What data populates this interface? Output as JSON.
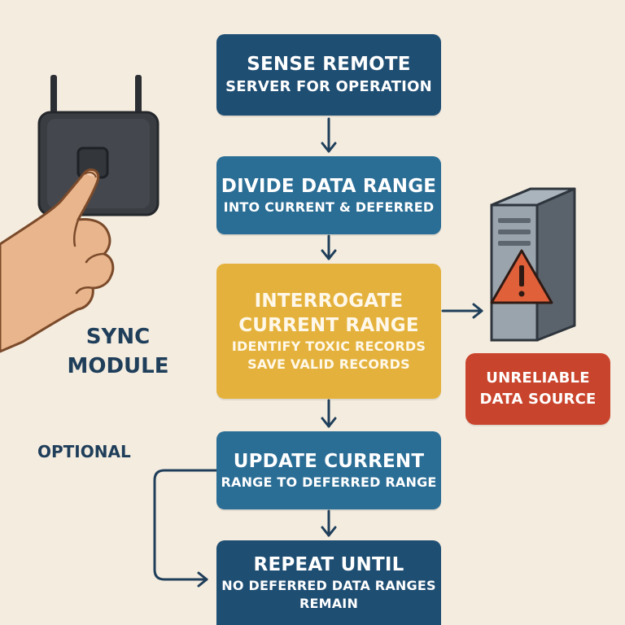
{
  "flow": {
    "step1": {
      "line1": "SENSE REMOTE",
      "line2": "SERVER FOR OPERATION"
    },
    "step2": {
      "line1": "DIVIDE DATA RANGE",
      "line2": "INTO CURRENT & DEFERRED"
    },
    "step3": {
      "line1": "INTERROGATE",
      "line2": "CURRENT RANGE",
      "line3": "IDENTIFY TOXIC RECORDS",
      "line4": "SAVE VALID RECORDS"
    },
    "step4": {
      "line1": "UPDATE CURRENT",
      "line2": "RANGE TO DEFERRED RANGE"
    },
    "step5": {
      "line1": "REPEAT UNTIL",
      "line2": "NO DEFERRED DATA RANGES",
      "line3": "REMAIN"
    }
  },
  "labels": {
    "sync_line1": "SYNC",
    "sync_line2": "MODULE",
    "optional": "OPTIONAL",
    "unreliable_line1": "UNRELIABLE",
    "unreliable_line2": "DATA SOURCE"
  },
  "icons": {
    "router": "router-icon",
    "hand": "pointing-hand-icon",
    "server": "server-tower-icon",
    "warning": "warning-triangle-icon"
  },
  "colors": {
    "background": "#f4ecdf",
    "box_blue_dark": "#1f4e73",
    "box_blue_mid": "#2a6d95",
    "box_yellow": "#e4b23c",
    "box_red": "#c9442c",
    "arrow": "#1f3e5a"
  }
}
